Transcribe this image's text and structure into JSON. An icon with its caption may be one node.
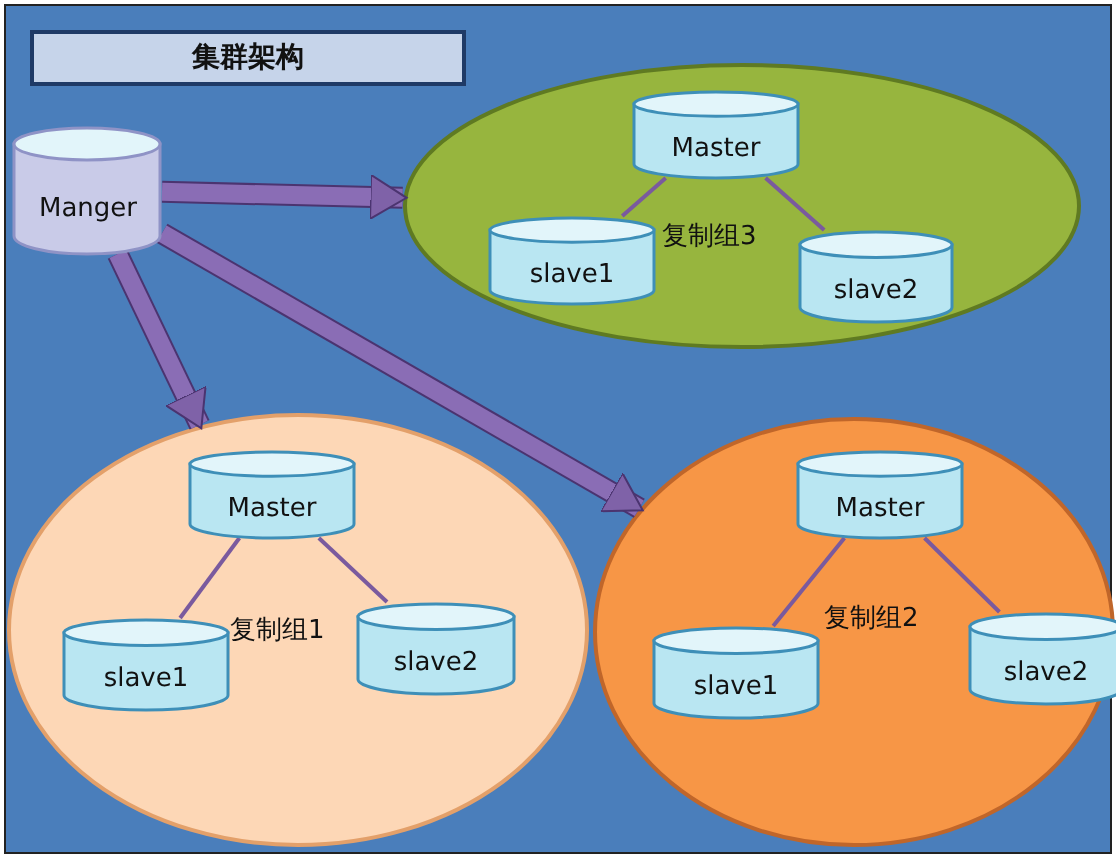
{
  "diagram": {
    "title": "集群架构",
    "nodes": [
      {
        "text": [
          "Manger"
        ]
      },
      {
        "text": [
          "复制组3"
        ]
      },
      {
        "text": [
          "Master"
        ],
        "in": 1
      },
      {
        "text": [
          "slave1"
        ],
        "in": 1
      },
      {
        "text": [
          "slave2"
        ],
        "in": 1
      },
      {
        "text": [
          "复制组1"
        ]
      },
      {
        "text": [
          "Master"
        ],
        "in": 5
      },
      {
        "text": [
          "slave1"
        ],
        "in": 5
      },
      {
        "text": [
          "slave2"
        ],
        "in": 5
      },
      {
        "text": [
          "复制组2"
        ]
      },
      {
        "text": [
          "Master"
        ],
        "in": 9
      },
      {
        "text": [
          "slave1"
        ],
        "in": 9
      },
      {
        "text": [
          "slave2"
        ],
        "in": 9
      }
    ],
    "edges": [
      {
        "from": 0,
        "to": 1,
        "arrow": "to",
        "style": "thick"
      },
      {
        "from": 0,
        "to": 5,
        "arrow": "to",
        "style": "thick"
      },
      {
        "from": 0,
        "to": 9,
        "arrow": "to",
        "style": "thick"
      },
      {
        "from": 2,
        "to": 3,
        "arrow": "none"
      },
      {
        "from": 2,
        "to": 4,
        "arrow": "none"
      },
      {
        "from": 6,
        "to": 7,
        "arrow": "none"
      },
      {
        "from": 6,
        "to": 8,
        "arrow": "none"
      },
      {
        "from": 10,
        "to": 11,
        "arrow": "none"
      },
      {
        "from": 10,
        "to": 12,
        "arrow": "none"
      }
    ]
  }
}
